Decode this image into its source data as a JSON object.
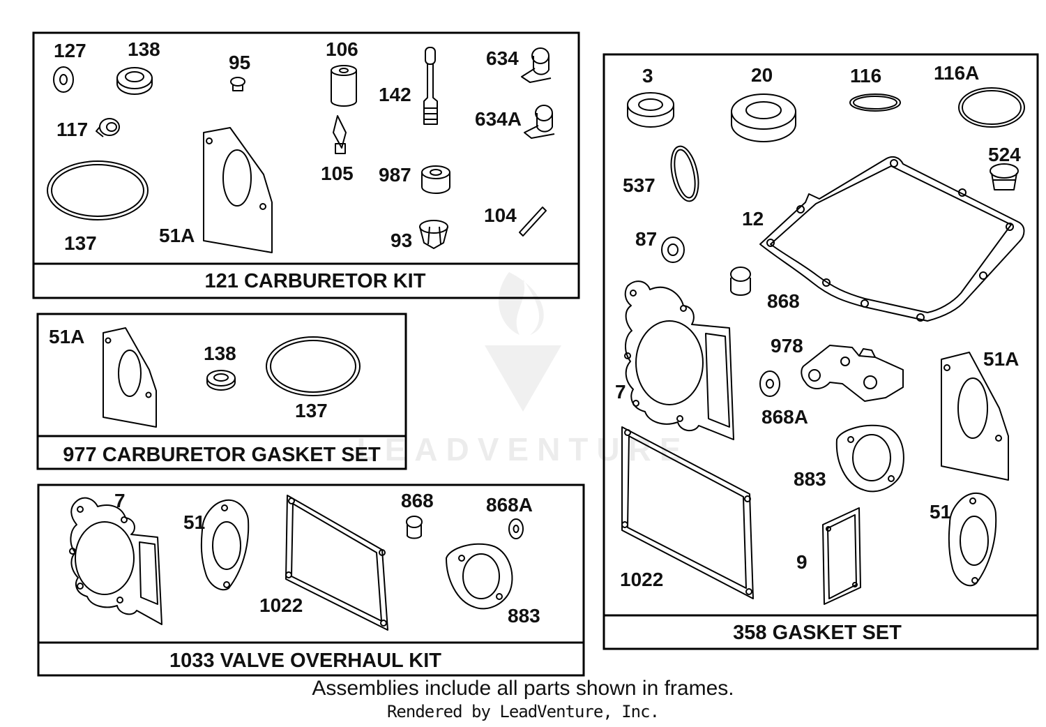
{
  "kits": {
    "carb_kit": {
      "title": "121 CARBURETOR KIT",
      "labels": [
        "127",
        "138",
        "95",
        "106",
        "142",
        "634",
        "117",
        "634A",
        "105",
        "987",
        "137",
        "51A",
        "93",
        "104"
      ]
    },
    "gasket_set_carb": {
      "title": "977 CARBURETOR GASKET SET",
      "labels": [
        "51A",
        "138",
        "137"
      ]
    },
    "valve_kit": {
      "title": "1033 VALVE OVERHAUL KIT",
      "labels": [
        "7",
        "51",
        "868",
        "868A",
        "1022",
        "883"
      ]
    },
    "gasket_set": {
      "title": "358 GASKET SET",
      "labels": [
        "3",
        "20",
        "116",
        "116A",
        "524",
        "537",
        "12",
        "87",
        "868",
        "978",
        "7",
        "868A",
        "51A",
        "883",
        "51",
        "1022",
        "9"
      ]
    }
  },
  "footer": {
    "note": "Assemblies include all parts shown in frames.",
    "rendered_by": "Rendered by LeadVenture, Inc."
  },
  "watermark": {
    "text": "LEADVENTURE"
  }
}
